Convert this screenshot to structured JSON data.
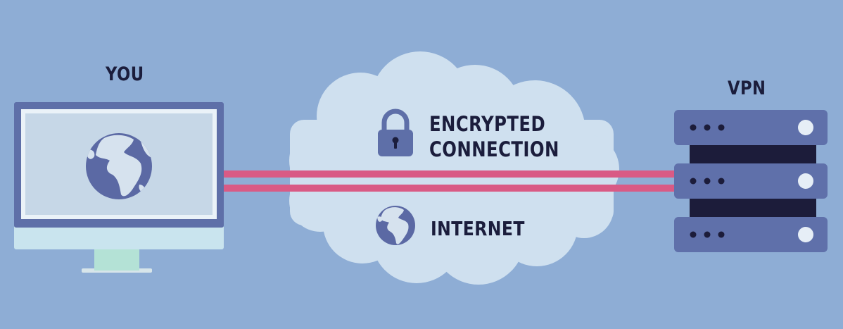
{
  "labels": {
    "you": "YOU",
    "vpn": "VPN",
    "encrypted_line1": "ENCRYPTED",
    "encrypted_line2": "CONNECTION",
    "internet": "INTERNET"
  },
  "colors": {
    "background": "#8eadd5",
    "cloud": "#cfe0ef",
    "tunnel": "#d95a85",
    "device": "#5e6fa8",
    "screen": "#c6d7e7",
    "globe_ocean": "#5b69a4",
    "globe_land": "#d6e2ee",
    "server_unit": "#5f70aa",
    "server_gap": "#1c1c3a",
    "server_light": "#e6eef6",
    "text": "#1b1d3c"
  }
}
